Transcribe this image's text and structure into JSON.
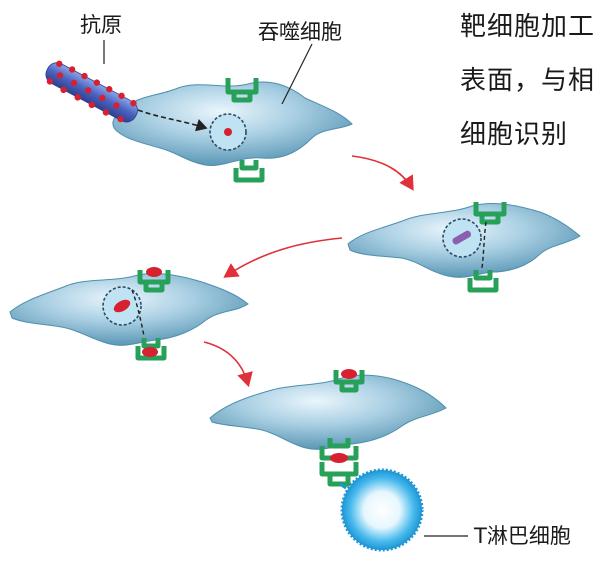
{
  "labels": {
    "antigen": "抗原",
    "phagocyte": "吞噬细胞",
    "t_lymphocyte": "T淋巴细胞"
  },
  "body_text": {
    "line1": "靶细胞加工",
    "line2": "表面，与相",
    "line3": "细胞识别"
  },
  "colors": {
    "cell_fill": "#9cc6dd",
    "cell_highlight": "#e8f5fb",
    "cell_shadow": "#4f8fae",
    "receptor": "#27a05a",
    "antigen_peptide": "#d72030",
    "processed_fragment": "#8a5fb0",
    "arrow": "#e0303a",
    "antigen_rod": "#5470c8",
    "t_cell": "#3fb6ea"
  }
}
